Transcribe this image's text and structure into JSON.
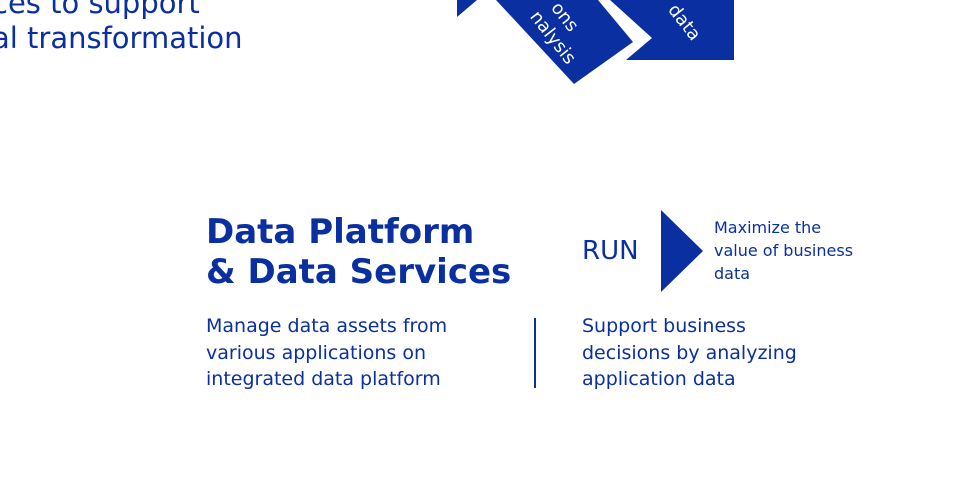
{
  "top": {
    "lines": [
      "ces to support",
      "al transformation"
    ]
  },
  "shapes": {
    "left_label_lines": [
      "ons",
      "nalysis"
    ],
    "right_label": "data"
  },
  "title": {
    "line1": "Data Platform",
    "line2": "& Data Services"
  },
  "left_desc": {
    "lines": [
      "Manage data assets from",
      "various applications on",
      "integrated data platform"
    ]
  },
  "run": {
    "label": "RUN",
    "tagline_lines": [
      "Maximize the",
      "value of business",
      "data"
    ]
  },
  "right_desc": {
    "lines": [
      "Support business",
      "decisions by analyzing",
      "application data"
    ]
  },
  "colors": {
    "brand_blue": "#0a2fa0"
  }
}
